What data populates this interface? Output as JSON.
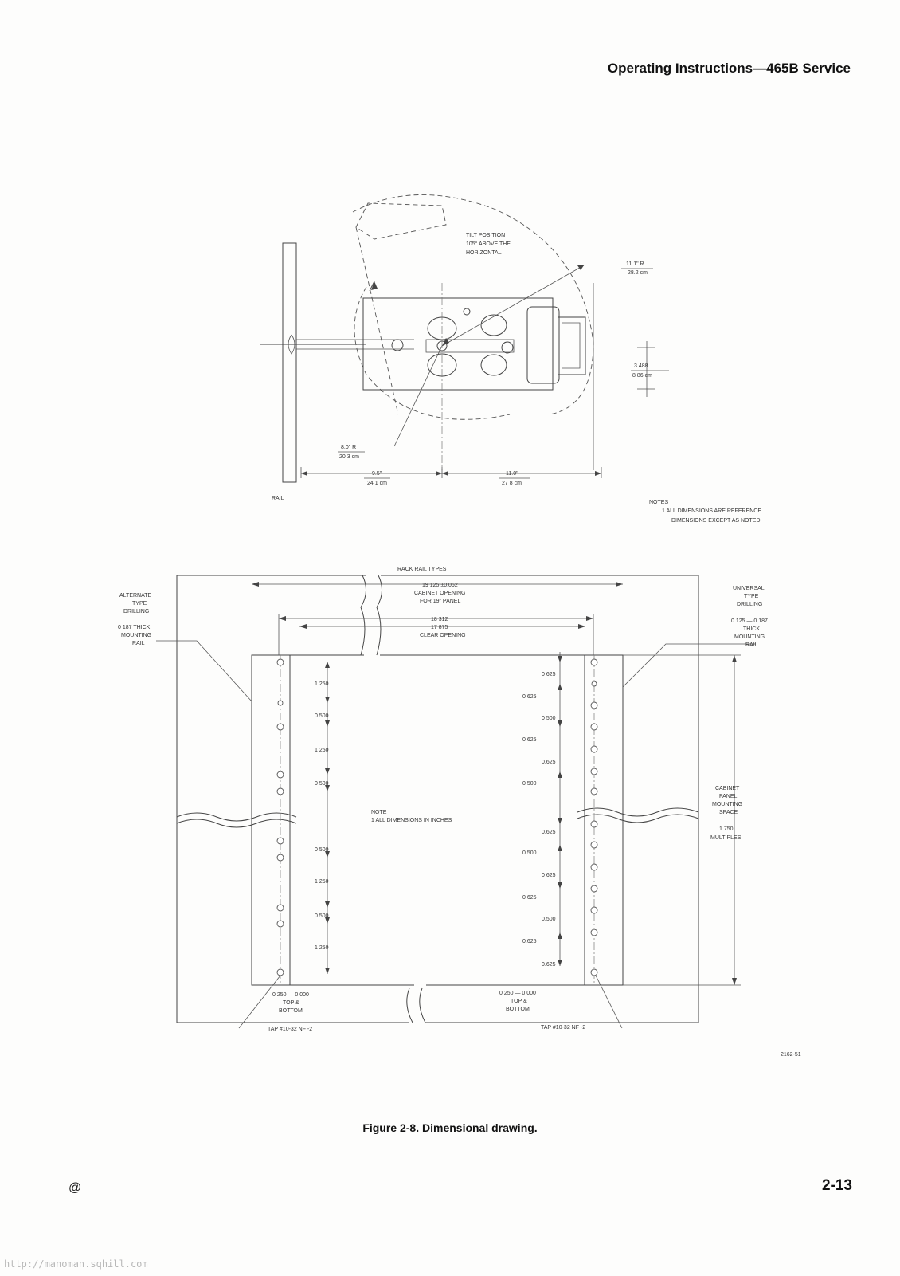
{
  "header": "Operating Instructions—465B Service",
  "caption": "Figure 2-8. Dimensional drawing.",
  "page_number": "2-13",
  "corner_mark": "@",
  "footer_url": "http://manoman.sqhill.com",
  "top_drawing": {
    "tilt_line1": "TILT POSITION",
    "tilt_line2": "105° ABOVE THE",
    "tilt_line3": "HORIZONTAL",
    "r11_in": "11 1\" R",
    "r11_cm": "28.2 cm",
    "h_in": "3 488",
    "h_cm": "8 86 cm",
    "r8_in": "8.0\" R",
    "r8_cm": "20 3 cm",
    "w95_in": "9.5\"",
    "w95_cm": "24 1 cm",
    "w11_in": "11.0\"",
    "w11_cm": "27 8 cm",
    "rail": "RAIL",
    "notes_title": "NOTES",
    "notes_line1": "1  ALL DIMENSIONS ARE REFERENCE",
    "notes_line2": "DIMENSIONS EXCEPT AS NOTED"
  },
  "bottom_drawing": {
    "title": "RACK RAIL TYPES",
    "alt_1": "ALTERNATE",
    "alt_2": "TYPE",
    "alt_3": "DRILLING",
    "alt_4": "0 187 THICK",
    "alt_5": "MOUNTING",
    "alt_6": "RAIL",
    "uni_1": "UNIVERSAL",
    "uni_2": "TYPE",
    "uni_3": "DRILLING",
    "uni_4": "0 125 — 0 187",
    "uni_5": "THICK",
    "uni_6": "MOUNTING",
    "uni_7": "RAIL",
    "open_1": "19 125 ±0.062",
    "open_2": "CABINET OPENING",
    "open_3": "FOR 19\" PANEL",
    "clear_1": "18 312",
    "clear_2": "17 875",
    "clear_3": "CLEAR OPENING",
    "note_1": "NOTE",
    "note_2": "1  ALL DIMENSIONS IN INCHES",
    "cab_1": "CABINET",
    "cab_2": "PANEL",
    "cab_3": "MOUNTING",
    "cab_4": "SPACE",
    "cab_5": "1 750",
    "cab_6": "MULTIPLES",
    "d1250": "1 250",
    "d0500": "0 500",
    "d0625": "0 625",
    "d0625b": "0.625",
    "d0500b": "0.500",
    "d0625c": "0.625",
    "d0625d": "0 625",
    "d0625e": "0.625",
    "d0625f": "0.625",
    "tb_l1": "0 250 — 0 000",
    "tb_l2": "TOP &",
    "tb_l3": "BOTTOM",
    "tb_r1": "0 250 — 0 000",
    "tb_r2": "TOP &",
    "tb_r3": "BOTTOM",
    "tap_l": "TAP #10-32 NF -2",
    "tap_r": "TAP #10-32 NF -2",
    "code": "2162-51"
  }
}
